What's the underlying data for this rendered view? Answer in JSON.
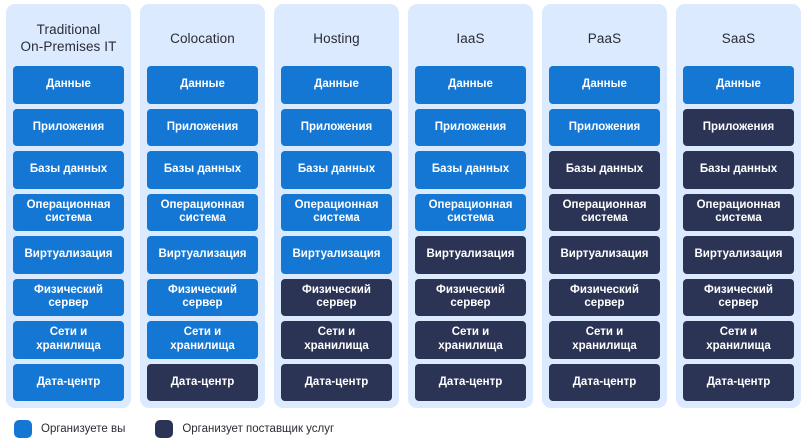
{
  "colors": {
    "customer": "#1477d4",
    "provider": "#2c3455",
    "card_background": "#dbeafe",
    "page_background": "#ffffff",
    "text_dark": "#2b2b35",
    "cell_text": "#ffffff"
  },
  "layers": [
    "Данные",
    "Приложения",
    "Базы данных",
    "Операционная\nсистема",
    "Виртуализация",
    "Физический\nсервер",
    "Сети и хранилища",
    "Дата-центр"
  ],
  "columns": [
    {
      "title": "Traditional\nOn-Premises IT",
      "cells": [
        {
          "label": "Данные",
          "owner": "customer"
        },
        {
          "label": "Приложения",
          "owner": "customer"
        },
        {
          "label": "Базы данных",
          "owner": "customer"
        },
        {
          "label": "Операционная\nсистема",
          "owner": "customer"
        },
        {
          "label": "Виртуализация",
          "owner": "customer"
        },
        {
          "label": "Физический\nсервер",
          "owner": "customer"
        },
        {
          "label": "Сети и хранилища",
          "owner": "customer"
        },
        {
          "label": "Дата-центр",
          "owner": "customer"
        }
      ]
    },
    {
      "title": "Colocation",
      "cells": [
        {
          "label": "Данные",
          "owner": "customer"
        },
        {
          "label": "Приложения",
          "owner": "customer"
        },
        {
          "label": "Базы данных",
          "owner": "customer"
        },
        {
          "label": "Операционная\nсистема",
          "owner": "customer"
        },
        {
          "label": "Виртуализация",
          "owner": "customer"
        },
        {
          "label": "Физический\nсервер",
          "owner": "customer"
        },
        {
          "label": "Сети и хранилища",
          "owner": "customer"
        },
        {
          "label": "Дата-центр",
          "owner": "provider"
        }
      ]
    },
    {
      "title": "Hosting",
      "cells": [
        {
          "label": "Данные",
          "owner": "customer"
        },
        {
          "label": "Приложения",
          "owner": "customer"
        },
        {
          "label": "Базы данных",
          "owner": "customer"
        },
        {
          "label": "Операционная\nсистема",
          "owner": "customer"
        },
        {
          "label": "Виртуализация",
          "owner": "customer"
        },
        {
          "label": "Физический\nсервер",
          "owner": "provider"
        },
        {
          "label": "Сети и хранилища",
          "owner": "provider"
        },
        {
          "label": "Дата-центр",
          "owner": "provider"
        }
      ]
    },
    {
      "title": "IaaS",
      "cells": [
        {
          "label": "Данные",
          "owner": "customer"
        },
        {
          "label": "Приложения",
          "owner": "customer"
        },
        {
          "label": "Базы данных",
          "owner": "customer"
        },
        {
          "label": "Операционная\nсистема",
          "owner": "customer"
        },
        {
          "label": "Виртуализация",
          "owner": "provider"
        },
        {
          "label": "Физический\nсервер",
          "owner": "provider"
        },
        {
          "label": "Сети и хранилища",
          "owner": "provider"
        },
        {
          "label": "Дата-центр",
          "owner": "provider"
        }
      ]
    },
    {
      "title": "PaaS",
      "cells": [
        {
          "label": "Данные",
          "owner": "customer"
        },
        {
          "label": "Приложения",
          "owner": "customer"
        },
        {
          "label": "Базы данных",
          "owner": "provider"
        },
        {
          "label": "Операционная\nсистема",
          "owner": "provider"
        },
        {
          "label": "Виртуализация",
          "owner": "provider"
        },
        {
          "label": "Физический\nсервер",
          "owner": "provider"
        },
        {
          "label": "Сети и хранилища",
          "owner": "provider"
        },
        {
          "label": "Дата-центр",
          "owner": "provider"
        }
      ]
    },
    {
      "title": "SaaS",
      "cells": [
        {
          "label": "Данные",
          "owner": "customer"
        },
        {
          "label": "Приложения",
          "owner": "provider"
        },
        {
          "label": "Базы данных",
          "owner": "provider"
        },
        {
          "label": "Операционная\nсистема",
          "owner": "provider"
        },
        {
          "label": "Виртуализация",
          "owner": "provider"
        },
        {
          "label": "Физический\nсервер",
          "owner": "provider"
        },
        {
          "label": "Сети и хранилища",
          "owner": "provider"
        },
        {
          "label": "Дата-центр",
          "owner": "provider"
        }
      ]
    }
  ],
  "legend": [
    {
      "label": "Организуете вы",
      "owner": "customer"
    },
    {
      "label": "Организует поставщик услуг",
      "owner": "provider"
    }
  ]
}
